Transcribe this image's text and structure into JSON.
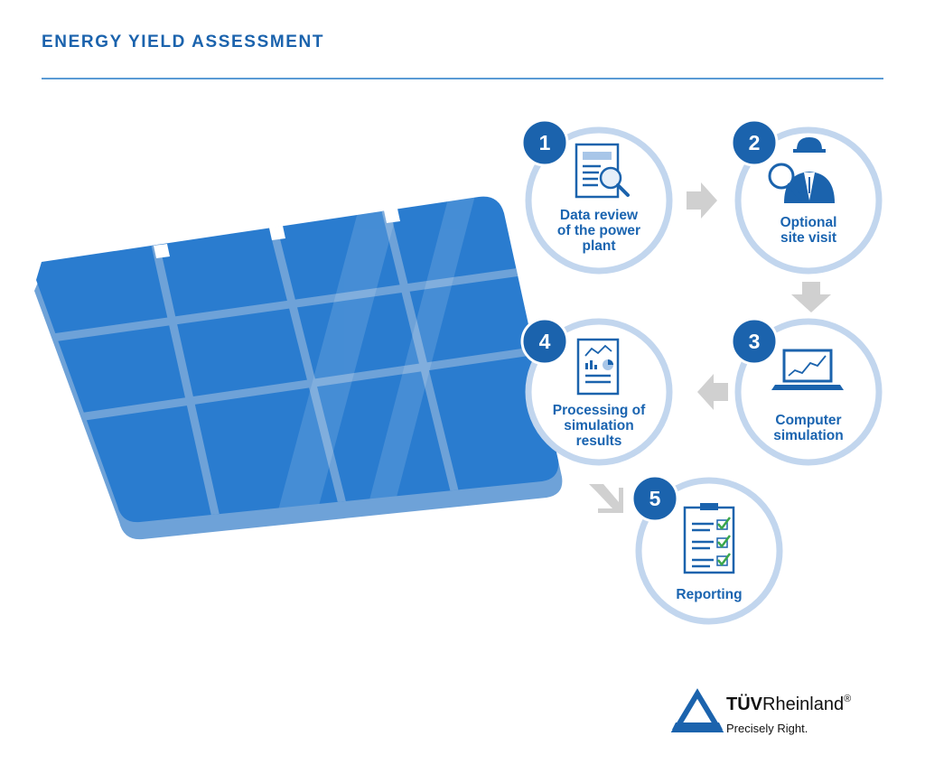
{
  "title": "ENERGY YIELD ASSESSMENT",
  "colors": {
    "primary": "#1b63ad",
    "panel": "#2a7ccf",
    "panel_frame": "#6ea2d8",
    "circle_ring": "#c2d6ee",
    "arrow": "#d0d0d0"
  },
  "steps": [
    {
      "number": "1",
      "label_lines": [
        "Data review",
        "of the power",
        "plant"
      ],
      "icon": "document-magnifier-icon"
    },
    {
      "number": "2",
      "label_lines": [
        "Optional",
        "site visit"
      ],
      "icon": "engineer-magnifier-icon"
    },
    {
      "number": "3",
      "label_lines": [
        "Computer",
        "simulation"
      ],
      "icon": "laptop-chart-icon"
    },
    {
      "number": "4",
      "label_lines": [
        "Processing of",
        "simulation",
        "results"
      ],
      "icon": "report-chart-icon"
    },
    {
      "number": "5",
      "label_lines": [
        "Reporting"
      ],
      "icon": "checklist-icon"
    }
  ],
  "logo": {
    "brand_bold": "TÜV",
    "brand_regular": "Rheinland",
    "registered": "®",
    "tagline": "Precisely Right."
  }
}
